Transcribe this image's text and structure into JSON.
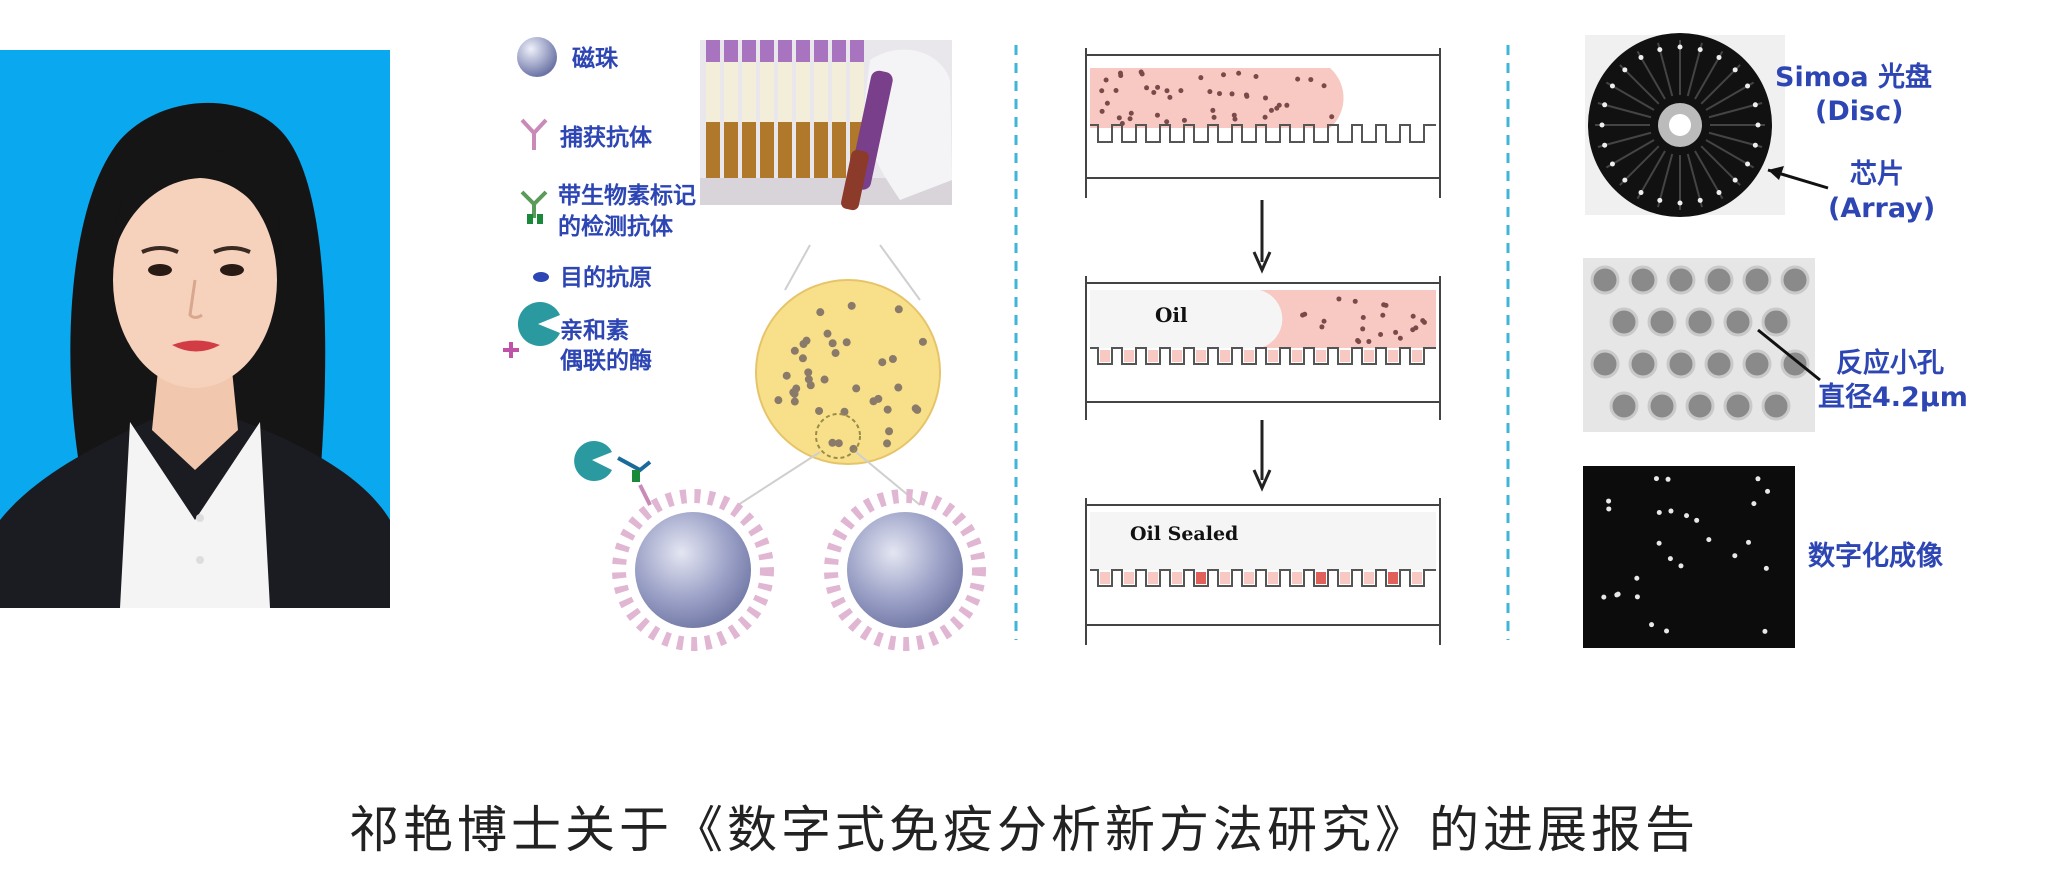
{
  "legend": {
    "bead": "磁珠",
    "capture_antibody": "捕获抗体",
    "biotin_antibody_line1": "带生物素标记",
    "biotin_antibody_line2": "的检测抗体",
    "target_antigen": "目的抗原",
    "enzyme_line1": "亲和素",
    "enzyme_line2": "偶联的酶"
  },
  "process": {
    "oil_label": "Oil",
    "oil_sealed_label": "Oil Sealed"
  },
  "simoa": {
    "disc_label_line1": "Simoa 光盘",
    "disc_label_line2": "(Disc)",
    "array_label_line1": "芯片",
    "array_label_line2": "(Array)",
    "wells_label_line1": "反应小孔",
    "wells_label_line2": "直径4.2μm",
    "imaging_label": "数字化成像"
  },
  "caption": "祁艳博士关于《数字式免疫分析新方法研究》的进展报告",
  "colors": {
    "portrait_bg": "#0aa8ef",
    "label_blue": "#2d46b4",
    "divider": "#3fb6d8",
    "sample_pink": "#f8c9c2",
    "bead_yellow": "#f8e08a"
  }
}
